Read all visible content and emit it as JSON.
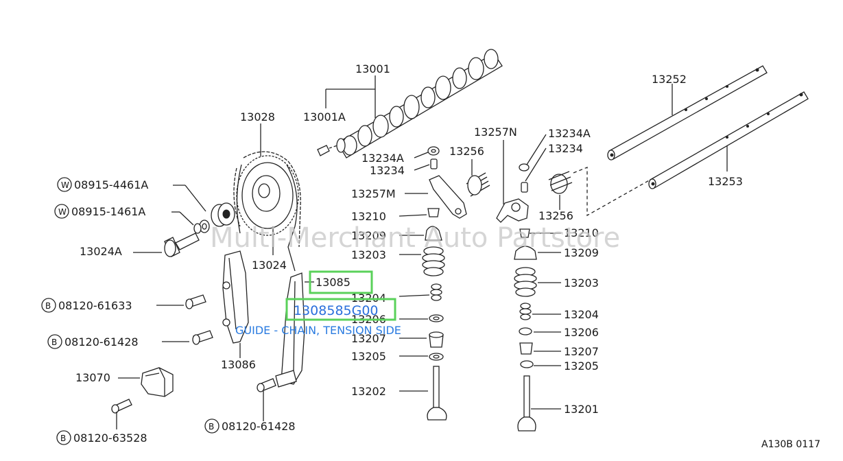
{
  "diagram": {
    "code": "A130B 0117",
    "watermark": "Multi-Merchant Auto Partstore",
    "highlight": {
      "part_label": "13085",
      "link_text": "1308585G00",
      "description": "GUIDE - CHAIN, TENSION SIDE",
      "color": "#5ad15a",
      "link_color": "#2a6fdb"
    },
    "labels": {
      "p13001": "13001",
      "p13001A": "13001A",
      "p13028": "13028",
      "w4461": "08915-4461A",
      "w1461": "08915-1461A",
      "p13024A": "13024A",
      "p13024": "13024",
      "b61633": "08120-61633",
      "b61428_left": "08120-61428",
      "p13086": "13086",
      "p13070": "13070",
      "b63528": "08120-63528",
      "b61428_bottom": "08120-61428",
      "p13234A_l": "13234A",
      "p13234_l": "13234",
      "p13256_l": "13256",
      "p13257M": "13257M",
      "p13210_l": "13210",
      "p13209_l": "13209",
      "p13203_l": "13203",
      "p13204_l": "13204",
      "p13206_l": "13206",
      "p13207_l": "13207",
      "p13205_l": "13205",
      "p13202": "13202",
      "p13257N": "13257N",
      "p13234A_r": "13234A",
      "p13234_r": "13234",
      "p13256_r": "13256",
      "p13210_r": "13210",
      "p13209_r": "13209",
      "p13203_r": "13203",
      "p13204_r": "13204",
      "p13206_r": "13206",
      "p13207_r": "13207",
      "p13205_r": "13205",
      "p13201": "13201",
      "p13252": "13252",
      "p13253": "13253"
    },
    "symbols": {
      "washer": "W",
      "bolt": "B"
    }
  }
}
